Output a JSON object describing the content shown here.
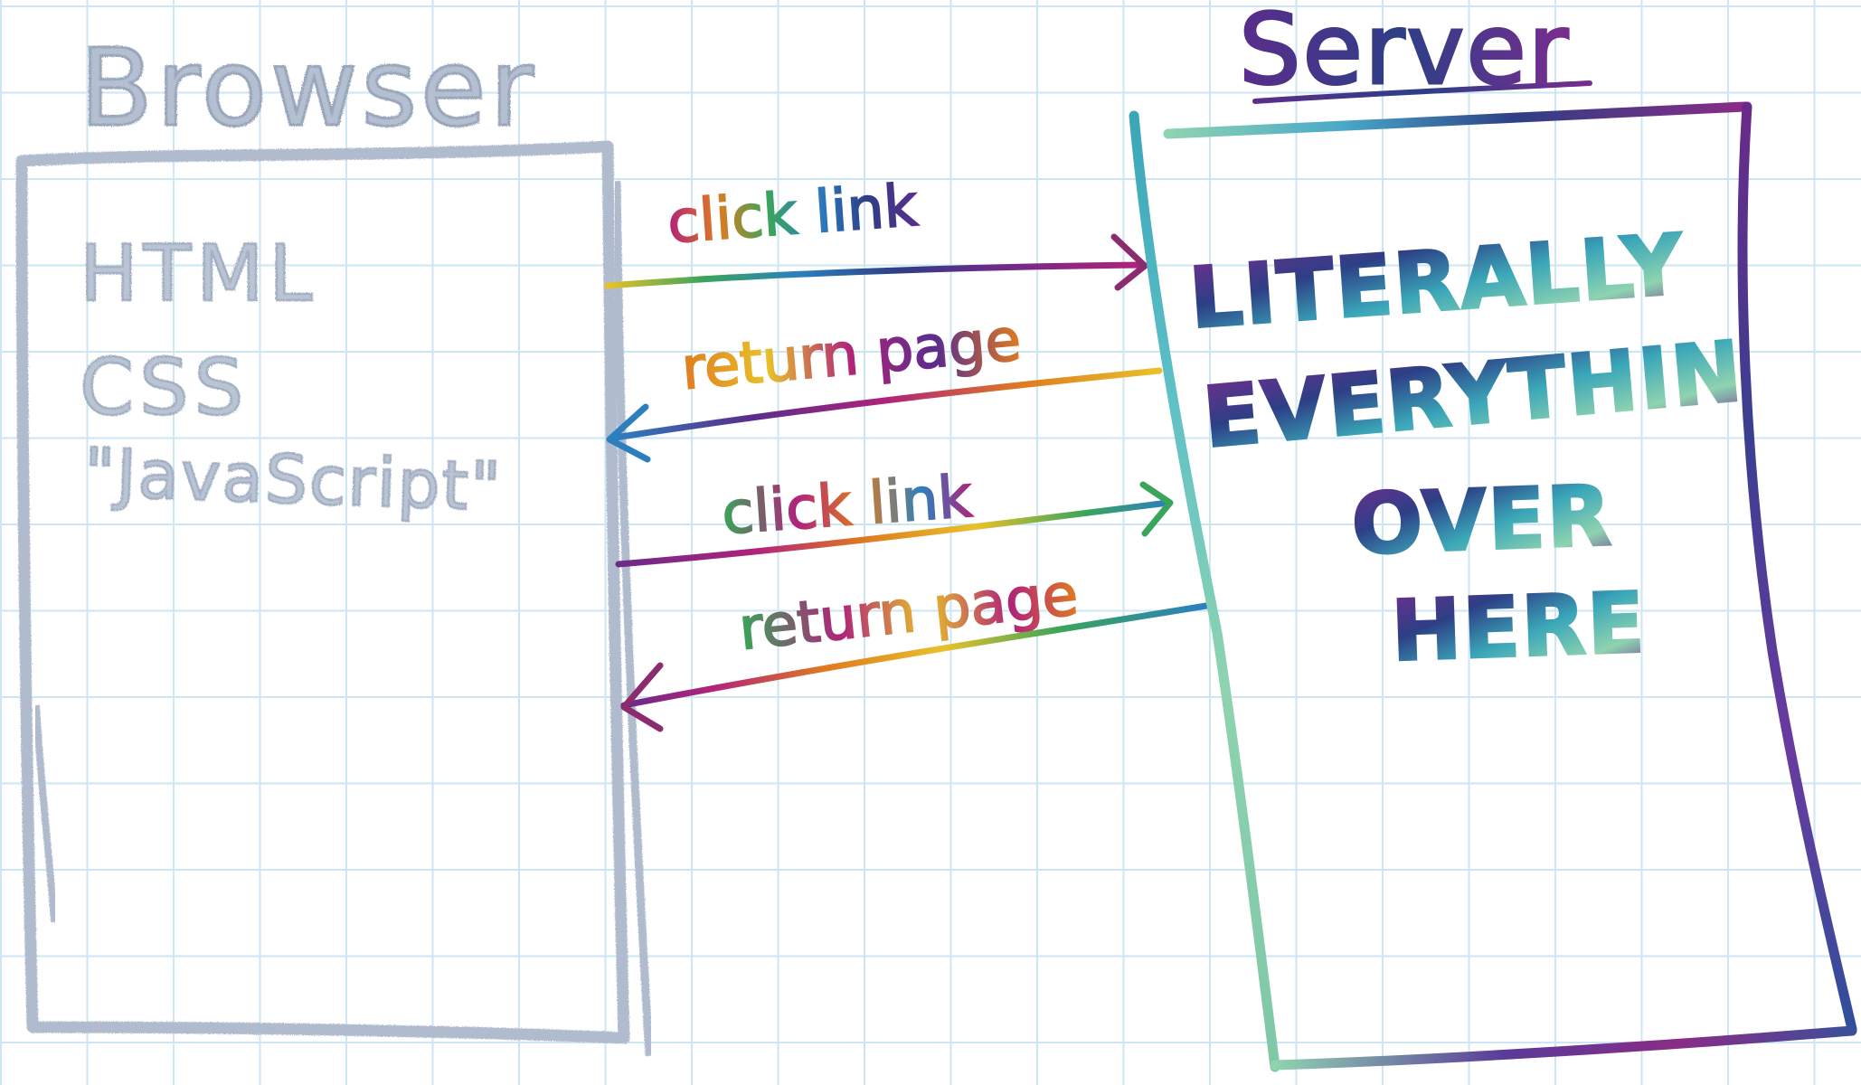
{
  "browser": {
    "title": "Browser",
    "items": [
      "HTML",
      "CSS",
      "\"JavaScript\""
    ]
  },
  "server": {
    "title": "Server",
    "lines": [
      "LITERALLY",
      "EVERYTHIN",
      "OVER",
      "HERE"
    ]
  },
  "arrows": [
    {
      "label": "click link",
      "direction": "to-server"
    },
    {
      "label": "return page",
      "direction": "to-browser"
    },
    {
      "label": "click link",
      "direction": "to-server"
    },
    {
      "label": "return page",
      "direction": "to-browser"
    }
  ],
  "colors": {
    "grid": "#cde6f3",
    "browser_silver": "#aab6c9",
    "galaxy_purple": "#6b2a8a",
    "galaxy_teal": "#3aa6b8",
    "galaxy_mint": "#8fd3b0",
    "galaxy_navy": "#2d3f86",
    "rainbow": [
      "#b0237a",
      "#e07b1f",
      "#e8c12a",
      "#3aa55a",
      "#2c7fbf",
      "#5a2d8c"
    ]
  }
}
